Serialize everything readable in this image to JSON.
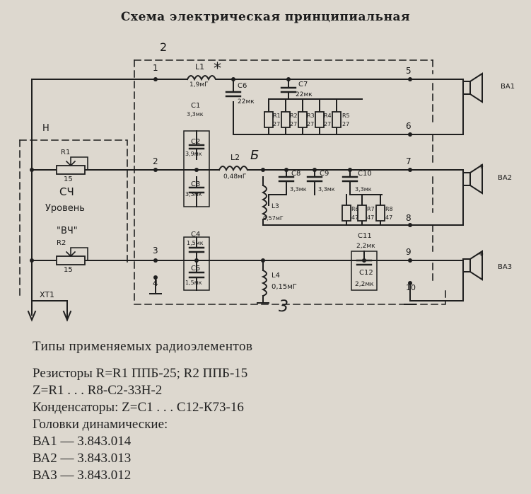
{
  "title": "Схема электрическая принципиальная",
  "blocks": {
    "n2": "2",
    "n3": "3",
    "nH": "Н",
    "nB": "Б",
    "nStar": "*"
  },
  "nodes": {
    "p1": "1",
    "p2": "2",
    "p3": "3",
    "p4": "4",
    "p5": "5",
    "p6": "6",
    "p7": "7",
    "p8": "8",
    "p9": "9",
    "p10": "10"
  },
  "components": {
    "L1": {
      "name": "L1",
      "value": "1,9мГ"
    },
    "L2": {
      "name": "L2",
      "value": "0,48мГ"
    },
    "L3": {
      "name": "L3",
      "value": "0,57мГ"
    },
    "L4": {
      "name": "L4",
      "value": "0,15мГ"
    },
    "C1": {
      "name": "C1",
      "value": "3,3мк"
    },
    "C2": {
      "name": "C2",
      "value": "3,9мк"
    },
    "C3": {
      "name": "C3",
      "value": "3,3мк"
    },
    "C4": {
      "name": "C4",
      "value": "1,5мк"
    },
    "C5": {
      "name": "C5",
      "value": "1,5мк"
    },
    "C6": {
      "name": "C6",
      "value": "22мк"
    },
    "C7": {
      "name": "C7",
      "value": "22мк"
    },
    "C8": {
      "name": "C8",
      "value": "3,3мк"
    },
    "C9": {
      "name": "C9",
      "value": "3,3мк"
    },
    "C10": {
      "name": "C10",
      "value": "3,3мк"
    },
    "C11": {
      "name": "C11",
      "value": "2,2мк"
    },
    "C12": {
      "name": "C12",
      "value": "2,2мк"
    },
    "R1": {
      "name": "R1",
      "value": "15"
    },
    "R2": {
      "name": "R2",
      "value": "15"
    },
    "Rgrp1": [
      {
        "name": "R1",
        "value": "27"
      },
      {
        "name": "R2",
        "value": "27"
      },
      {
        "name": "R3",
        "value": "27"
      },
      {
        "name": "R4",
        "value": "27"
      },
      {
        "name": "R5",
        "value": "27"
      }
    ],
    "Rgrp2": [
      {
        "name": "R6",
        "value": "47"
      },
      {
        "name": "R7",
        "value": "47"
      },
      {
        "name": "R8",
        "value": "47"
      }
    ]
  },
  "controls": {
    "sch": "СЧ",
    "level": "Уровень",
    "vch": "\"ВЧ\""
  },
  "connector": "XT1",
  "speakers": {
    "ba1": "ВА1",
    "ba2": "ВА2",
    "ba3": "ВА3",
    "plus": "+"
  },
  "notes": {
    "heading": "Типы применяемых радиоэлементов",
    "line1": "Резисторы R=R1 ППБ-25; R2 ППБ-15",
    "line2": "Z=R1 . . . R8-С2-33Н-2",
    "line3": "Конденсаторы: Z=С1 . . . С12-К73-16",
    "line4": "Головки динамические:",
    "line5": "ВА1 — 3.843.014",
    "line6": "ВА2 — 3.843.013",
    "line7": "ВА3 — 3.843.012"
  }
}
